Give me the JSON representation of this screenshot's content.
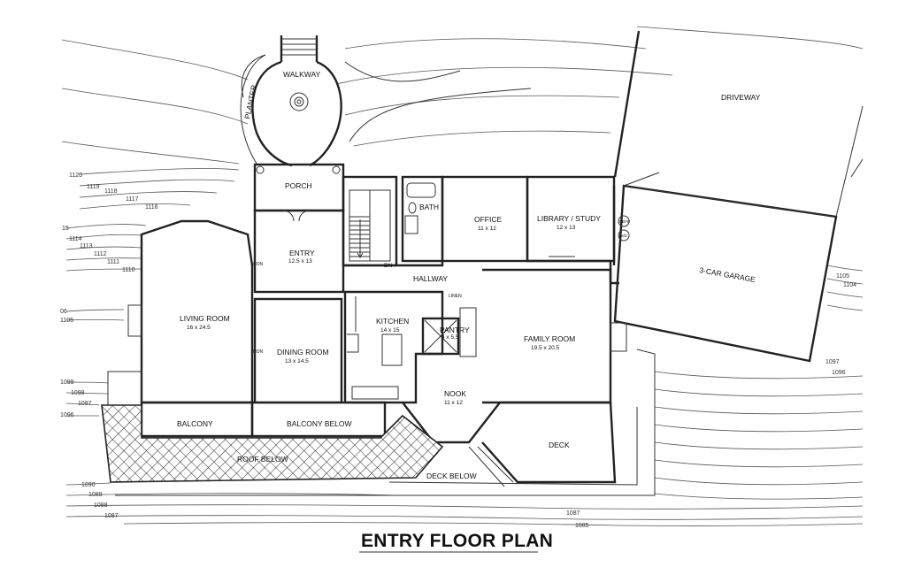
{
  "plan_title": "ENTRY FLOOR PLAN",
  "colors": {
    "line": "#222222",
    "background": "#ffffff",
    "roof_hatch": "#333333"
  },
  "exterior": {
    "walkway": "WALKWAY",
    "planter": "PLANTER",
    "driveway": "DRIVEWAY",
    "roof_below": "ROOF BELOW",
    "deck_below": "DECK BELOW"
  },
  "rooms": {
    "porch": {
      "name": "PORCH"
    },
    "entry": {
      "name": "ENTRY",
      "size": "12.5 x 13"
    },
    "bath": {
      "name": "BATH"
    },
    "office": {
      "name": "OFFICE",
      "size": "11 x 12"
    },
    "library": {
      "name": "LIBRARY / STUDY",
      "size": "12 x 13"
    },
    "garage": {
      "name": "3-CAR GARAGE"
    },
    "hallway": {
      "name": "HALLWAY"
    },
    "living": {
      "name": "LIVING ROOM",
      "size": "16 x 24.5"
    },
    "kitchen": {
      "name": "KITCHEN",
      "size": "14 x 15"
    },
    "pantry": {
      "name": "PANTRY",
      "size": "4 x 5.5"
    },
    "family": {
      "name": "FAMILY ROOM",
      "size": "19.5 x 20.5"
    },
    "dining": {
      "name": "DINING ROOM",
      "size": "13 x 14.5"
    },
    "nook": {
      "name": "NOOK",
      "size": "11 x 12"
    },
    "balcony": {
      "name": "BALCONY"
    },
    "balcony_below": {
      "name": "BALCONY BELOW"
    },
    "deck": {
      "name": "DECK"
    }
  },
  "fixtures": {
    "stair_dn": "DN",
    "linen": "LINEN",
    "gar_a": "REFR",
    "gar_b": "W/D",
    "hon_a": "HON",
    "hon_b": "HON"
  },
  "elevations_left": [
    "1120",
    "1119",
    "1118",
    "1117",
    "1116",
    "15",
    "1114",
    "1113",
    "1112",
    "1111",
    "1110",
    "06",
    "1105",
    "1099",
    "1098",
    "1097",
    "1096",
    "1090",
    "1089",
    "1088",
    "1087"
  ],
  "elevations_right": [
    "1105",
    "1104",
    "1097",
    "1096"
  ],
  "elevations_bottom": [
    "1087",
    "1085"
  ]
}
